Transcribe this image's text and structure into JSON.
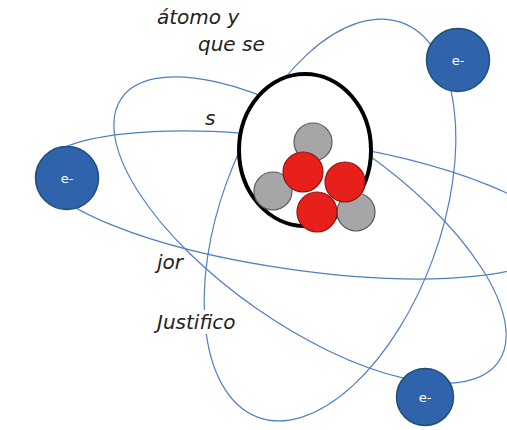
{
  "diagram": {
    "nodes": [
      {
        "text": [
          "e-"
        ]
      },
      {
        "text": [
          "e-"
        ]
      },
      {
        "text": [
          "e-"
        ]
      }
    ],
    "labels": [
      "átomo y",
      "que se",
      "s",
      "jor",
      "Justifico"
    ]
  }
}
